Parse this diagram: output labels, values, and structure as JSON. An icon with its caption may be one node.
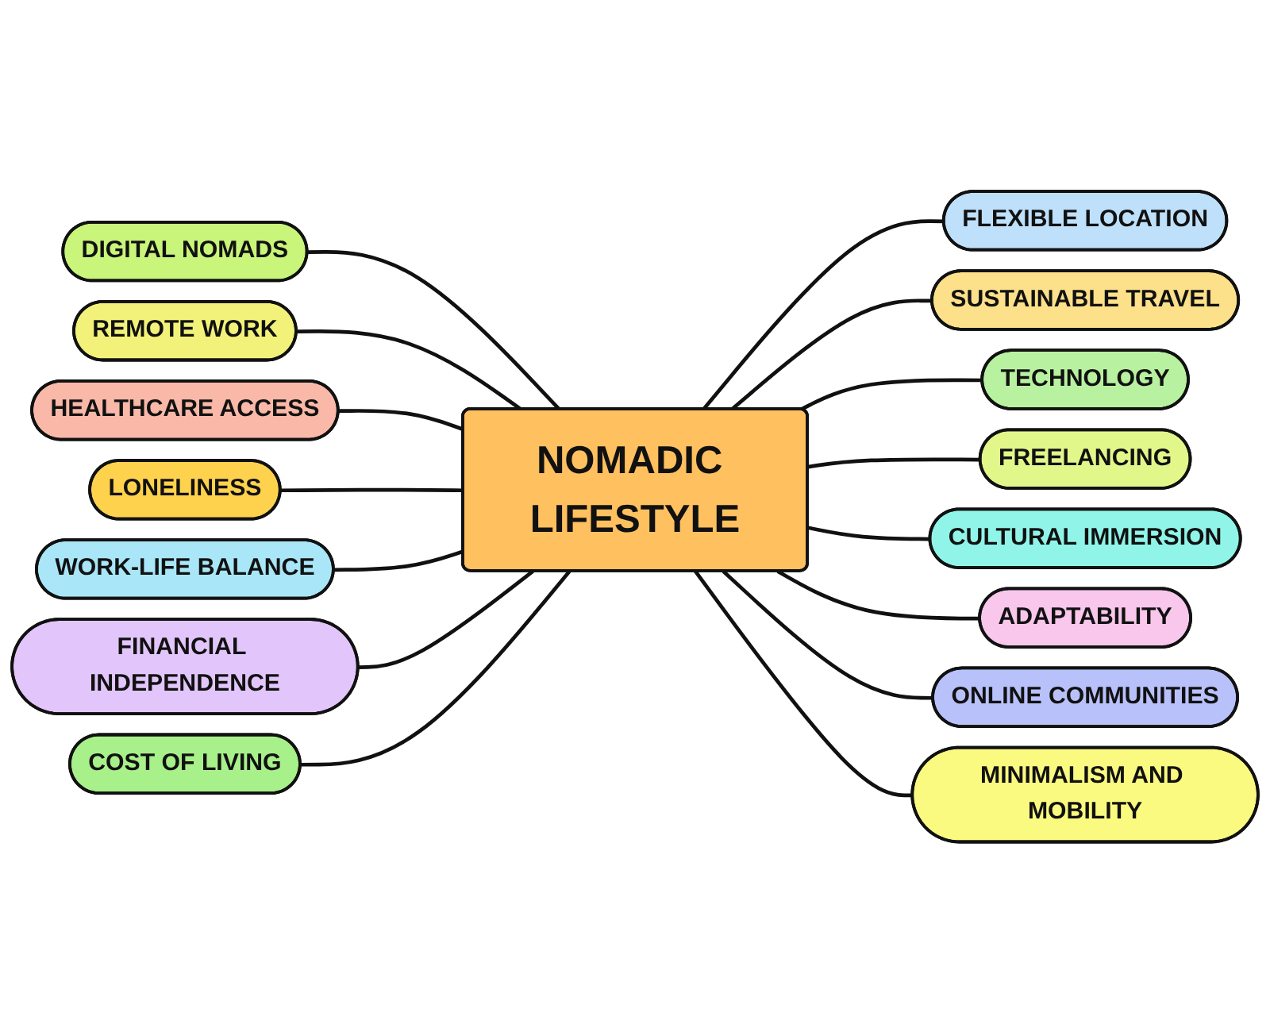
{
  "diagram": {
    "nodes": [
      {
        "text": [
          "NOMADIC LIFESTYLE"
        ]
      },
      {
        "text": [
          "DIGITAL NOMADS"
        ]
      },
      {
        "text": [
          "REMOTE WORK"
        ]
      },
      {
        "text": [
          "FLEXIBLE LOCATION"
        ]
      },
      {
        "text": [
          "SUSTAINABLE TRAVEL"
        ]
      },
      {
        "text": [
          "HEALTHCARE ACCESS"
        ]
      },
      {
        "text": [
          "TECHNOLOGY"
        ]
      },
      {
        "text": [
          "FREELANCING"
        ]
      },
      {
        "text": [
          "LONELINESS"
        ]
      },
      {
        "text": [
          "CULTURAL IMMERSION"
        ]
      },
      {
        "text": [
          "WORK-LIFE BALANCE"
        ]
      },
      {
        "text": [
          "ADAPTABILITY"
        ]
      },
      {
        "text": [
          "FINANCIAL INDEPENDENCE"
        ]
      },
      {
        "text": [
          "COST OF LIVING"
        ]
      },
      {
        "text": [
          "ONLINE COMMUNITIES"
        ]
      },
      {
        "text": [
          "MINIMALISM AND MOBILITY"
        ]
      }
    ],
    "edges": [
      {
        "from": 1,
        "to": 0,
        "arrow": "none"
      },
      {
        "from": 2,
        "to": 0,
        "arrow": "none"
      },
      {
        "from": 0,
        "to": 3,
        "arrow": "none"
      },
      {
        "from": 0,
        "to": 4,
        "arrow": "none"
      },
      {
        "from": 5,
        "to": 0,
        "arrow": "none"
      },
      {
        "from": 0,
        "to": 6,
        "arrow": "none"
      },
      {
        "from": 0,
        "to": 7,
        "arrow": "none"
      },
      {
        "from": 8,
        "to": 0,
        "arrow": "none"
      },
      {
        "from": 0,
        "to": 9,
        "arrow": "none"
      },
      {
        "from": 10,
        "to": 0,
        "arrow": "none"
      },
      {
        "from": 0,
        "to": 11,
        "arrow": "none"
      },
      {
        "from": 12,
        "to": 0,
        "arrow": "none"
      },
      {
        "from": 13,
        "to": 0,
        "arrow": "none"
      },
      {
        "from": 0,
        "to": 14,
        "arrow": "none"
      },
      {
        "from": 0,
        "to": 15,
        "arrow": "none"
      }
    ]
  }
}
